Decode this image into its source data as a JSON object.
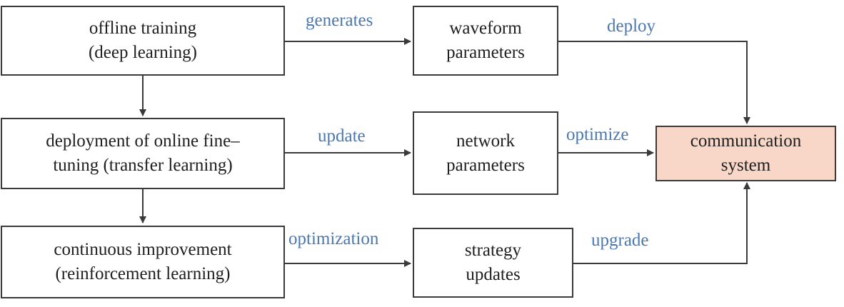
{
  "nodes": {
    "offline_training": [
      "offline training",
      "(deep learning)"
    ],
    "online_finetuning": [
      "deployment of online fine–",
      "tuning (transfer learning)"
    ],
    "continuous_improvement": [
      "continuous improvement",
      "(reinforcement learning)"
    ],
    "waveform_parameters": [
      "waveform",
      "parameters"
    ],
    "network_parameters": [
      "network",
      "parameters"
    ],
    "strategy_updates": [
      "strategy",
      "updates"
    ],
    "communication_system": [
      "communication",
      "system"
    ]
  },
  "edge_labels": {
    "generates": "generates",
    "update": "update",
    "optimization": "optimization",
    "deploy": "deploy",
    "optimize": "optimize",
    "upgrade": "upgrade"
  },
  "colors": {
    "line": "#3a3a3a",
    "label": "#4a78b0",
    "highlight_fill": "#f8d7c8"
  }
}
